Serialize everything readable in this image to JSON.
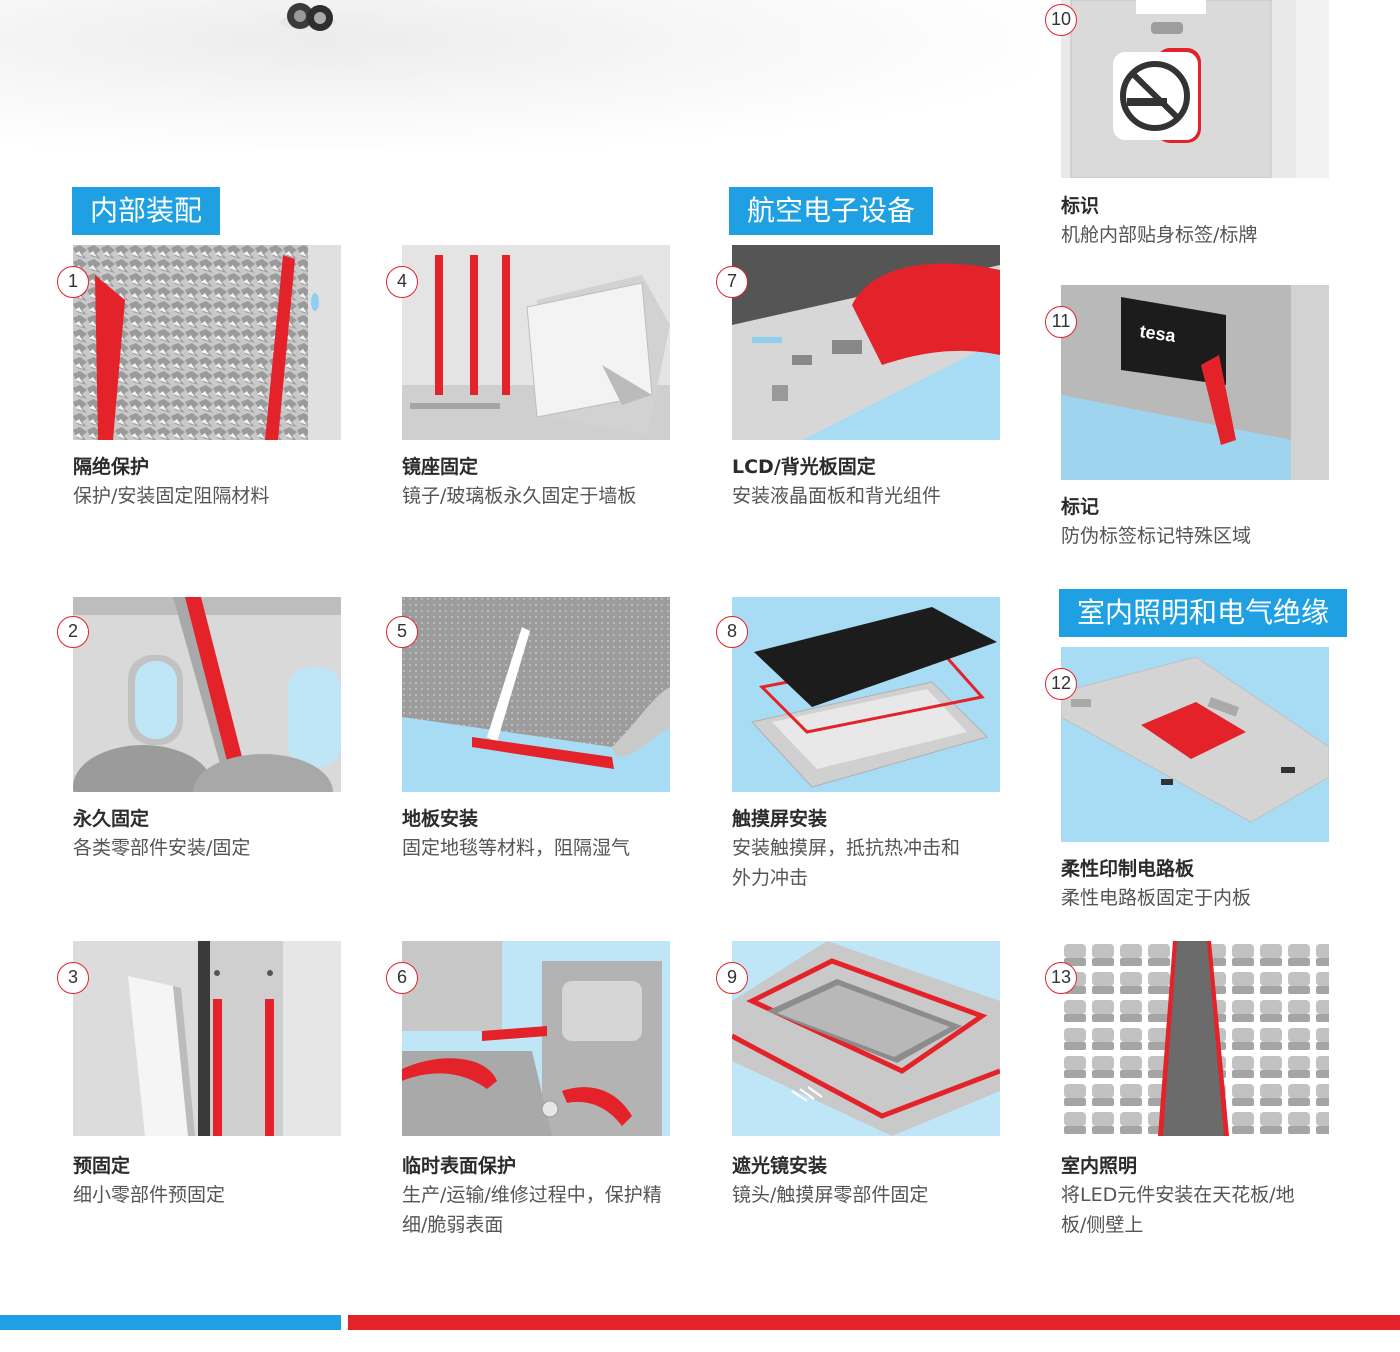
{
  "sections": {
    "interior": "内部装配",
    "avionics": "航空电子设备",
    "lighting": "室内照明和电气绝缘"
  },
  "cards": [
    {
      "num": "1",
      "title": "隔绝保护",
      "desc": "保护/安装固定阻隔材料"
    },
    {
      "num": "2",
      "title": "永久固定",
      "desc": "各类零部件安装/固定"
    },
    {
      "num": "3",
      "title": "预固定",
      "desc": "细小零部件预固定"
    },
    {
      "num": "4",
      "title": "镜座固定",
      "desc": "镜子/玻璃板永久固定于墙板"
    },
    {
      "num": "5",
      "title": "地板安装",
      "desc": "固定地毯等材料，阻隔湿气"
    },
    {
      "num": "6",
      "title": "临时表面保护",
      "desc": "生产/运输/维修过程中，保护精细/脆弱表面"
    },
    {
      "num": "7",
      "title": "LCD/背光板固定",
      "desc": "安装液晶面板和背光组件"
    },
    {
      "num": "8",
      "title": "触摸屏安装",
      "desc": "安装触摸屏，抵抗热冲击和外力冲击"
    },
    {
      "num": "9",
      "title": "遮光镜安装",
      "desc": "镜头/触摸屏零部件固定"
    },
    {
      "num": "10",
      "title": "标识",
      "desc": "机舱内部贴身标签/标牌"
    },
    {
      "num": "11",
      "title": "标记",
      "desc": "防伪标签标记特殊区域"
    },
    {
      "num": "12",
      "title": "柔性印制电路板",
      "desc": "柔性电路板固定于内板"
    },
    {
      "num": "13",
      "title": "室内照明",
      "desc": "将LED元件安装在天花板/地板/侧壁上"
    }
  ],
  "logo_text": "tesa",
  "colors": {
    "accent_blue": "#1ea0e2",
    "accent_red": "#e3222a"
  }
}
